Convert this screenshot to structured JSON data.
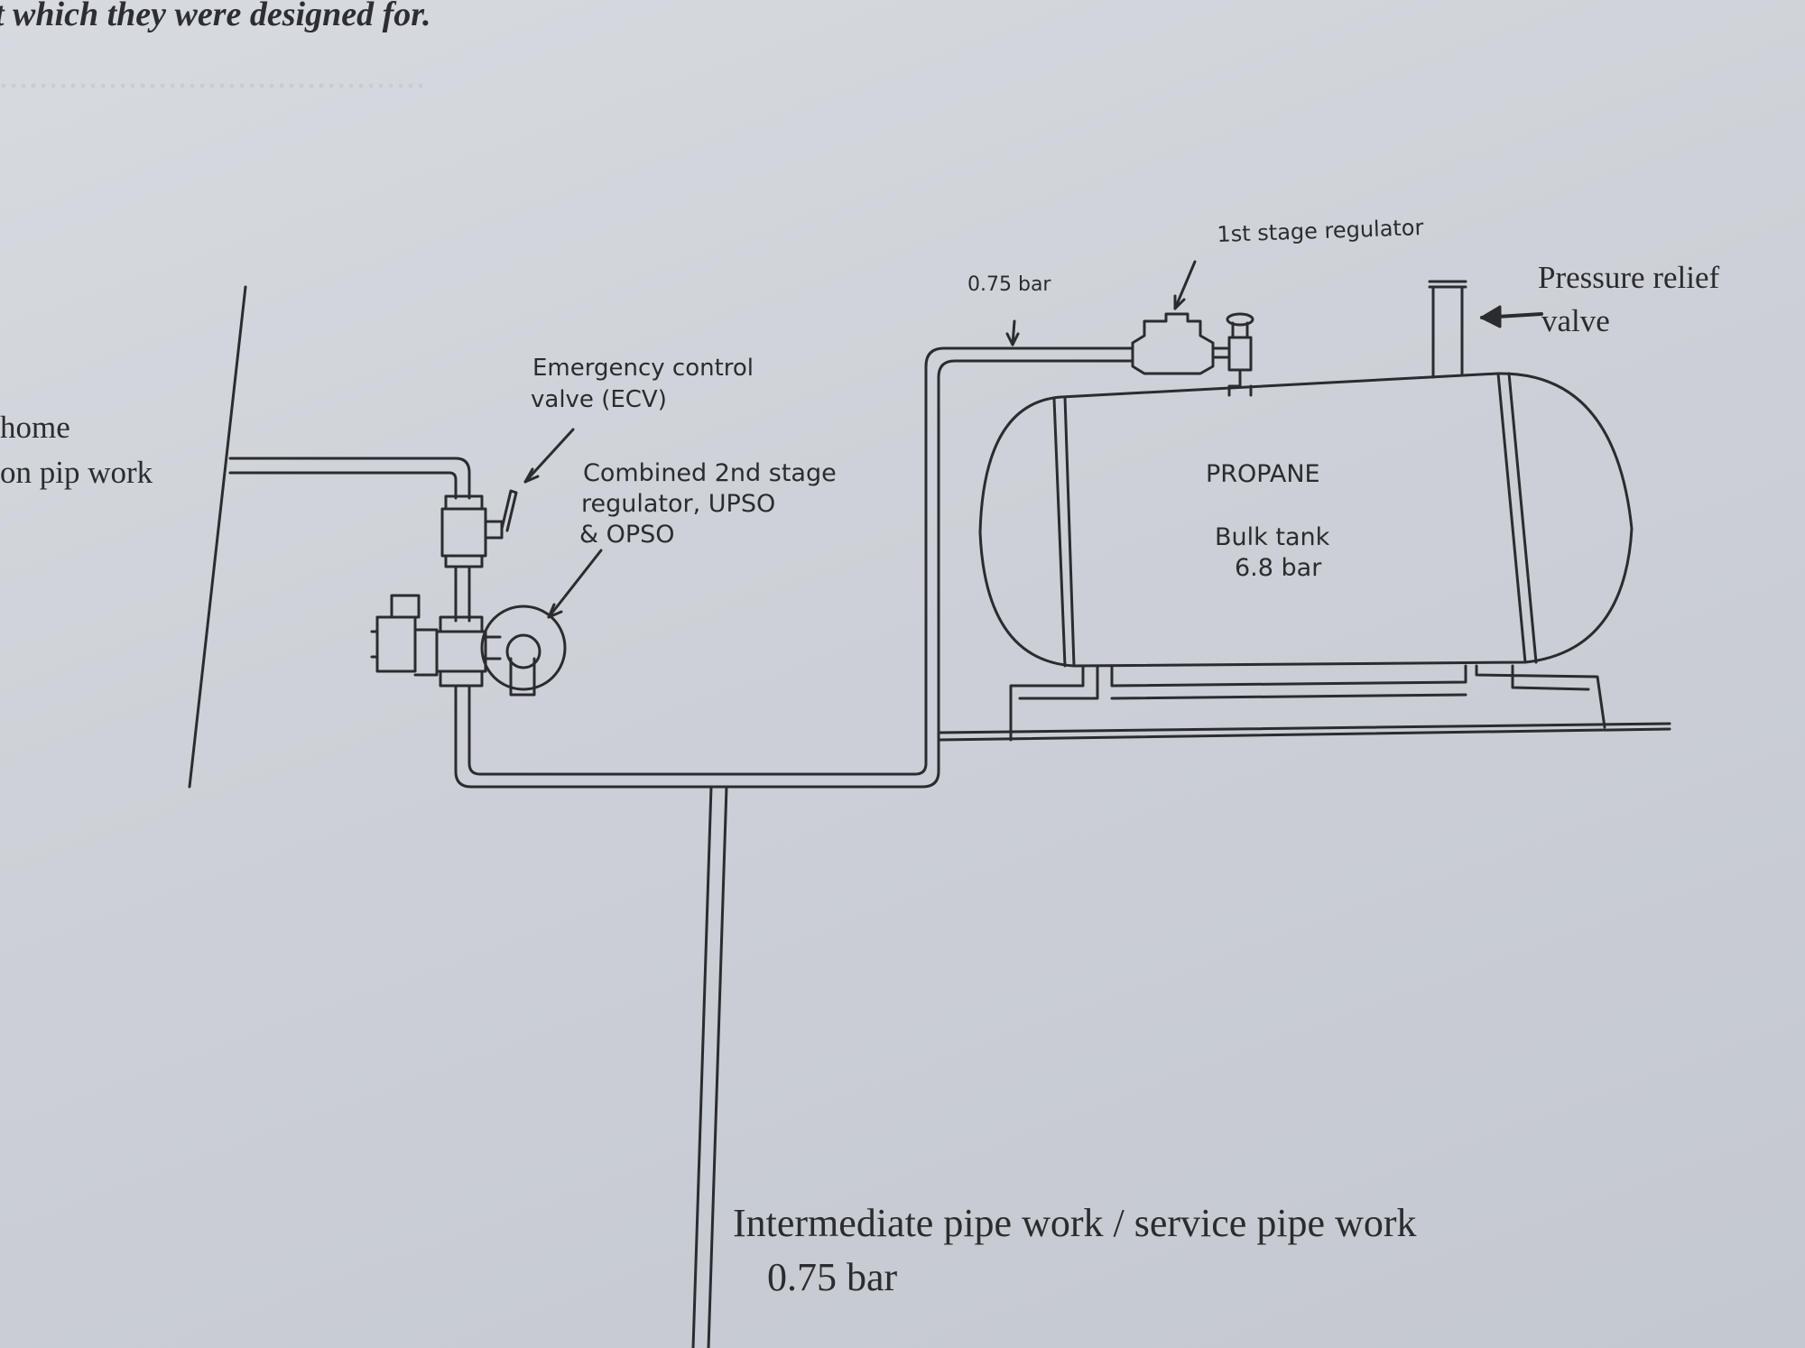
{
  "header_text": "t which they were designed for.",
  "labels": {
    "home_line1": "home",
    "home_line2": "on pip work",
    "ecv_line1": "Emergency control",
    "ecv_line2": "valve (ECV)",
    "combined_line1": "Combined 2nd stage",
    "combined_line2": "regulator, UPSO",
    "combined_line3": "& OPSO",
    "pressure_top": "0.75 bar",
    "first_stage": "1st stage regulator",
    "relief_line1": "Pressure relief",
    "relief_line2": "valve",
    "tank_title": "PROPANE",
    "tank_sub1": "Bulk tank",
    "tank_sub2": "6.8 bar",
    "bottom_line1": "Intermediate pipe work / service  pipe work",
    "bottom_line2": "0.75 bar"
  },
  "colors": {
    "ink": "#2a2c30",
    "paper": "#cdd1d7"
  }
}
